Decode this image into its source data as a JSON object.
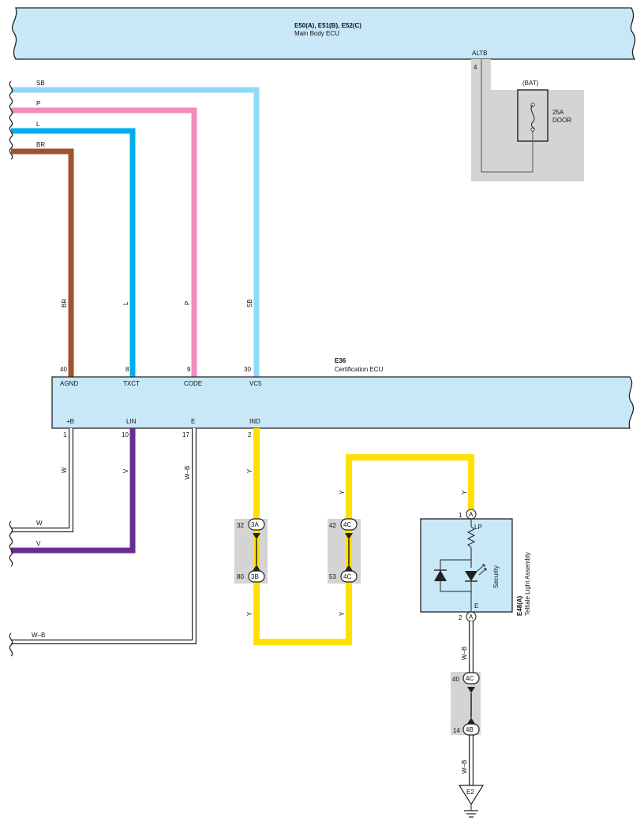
{
  "main_body_ecu": {
    "code": "E50(A), E51(B), E52(C)",
    "name": "Main Body ECU",
    "pin_name": "ALTB",
    "pin_number": "4"
  },
  "fuse": {
    "source": "(BAT)",
    "rating": "25A",
    "name": "DOOR"
  },
  "cert_ecu": {
    "code": "E36",
    "name": "Certification ECU",
    "top_pins": [
      {
        "number": "40",
        "name": "AGND"
      },
      {
        "number": "8",
        "name": "TXCT"
      },
      {
        "number": "9",
        "name": "CODE"
      },
      {
        "number": "30",
        "name": "VC5"
      }
    ],
    "bottom_pins": [
      {
        "number": "1",
        "name": "+B"
      },
      {
        "number": "10",
        "name": "LIN"
      },
      {
        "number": "17",
        "name": "E"
      },
      {
        "number": "2",
        "name": "IND"
      }
    ]
  },
  "top_wires": [
    {
      "end_label": "SB",
      "vertical_label": "SB",
      "color": "#8ed8f8"
    },
    {
      "end_label": "P",
      "vertical_label": "P",
      "color": "#f28cbc"
    },
    {
      "end_label": "L",
      "vertical_label": "L",
      "color": "#00aeef"
    },
    {
      "end_label": "BR",
      "vertical_label": "BR",
      "color": "#a0522d"
    }
  ],
  "bottom_wires": [
    {
      "end_label": "W",
      "vertical_label": "W",
      "color": "#ffffff"
    },
    {
      "end_label": "V",
      "vertical_label": "V",
      "color": "#6a2c91"
    },
    {
      "end_label": "W–B",
      "vertical_label": "W–B",
      "color": "#ffffff"
    }
  ],
  "ind_wire": {
    "color": "#ffe000",
    "labels": [
      "Y",
      "Y",
      "Y",
      "Y",
      "Y"
    ]
  },
  "junctions": [
    {
      "top_pin": "32",
      "top_code": "3A",
      "bottom_pin": "80",
      "bottom_code": "3B"
    },
    {
      "top_pin": "42",
      "top_code": "4C",
      "bottom_pin": "53",
      "bottom_code": "4C"
    },
    {
      "top_pin": "40",
      "top_code": "4C",
      "bottom_pin": "14",
      "bottom_code": "4B"
    }
  ],
  "telltale": {
    "code": "E48(A)",
    "name": "Telltale Light Assembly",
    "pin_top_number": "1",
    "pin_top_connector": "A",
    "pin_top_name": "LP",
    "pin_bottom_number": "2",
    "pin_bottom_connector": "A",
    "pin_bottom_name": "E",
    "indicator_label": "Security"
  },
  "ground": {
    "wire_labels": [
      "W–B",
      "W–B"
    ],
    "code": "E2"
  },
  "colors": {
    "ecu_fill": "#c8e8f8",
    "connector_gray": "#d4d4d4",
    "outline": "#222222"
  }
}
